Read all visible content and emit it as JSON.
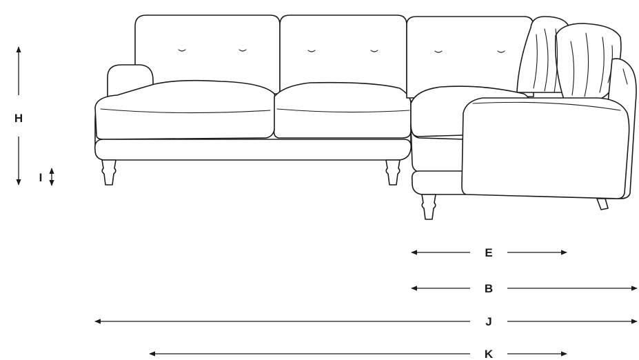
{
  "dimensions": {
    "H": "H",
    "I": "I",
    "E": "E",
    "B": "B",
    "J": "J",
    "K": "K"
  },
  "colors": {
    "line": "#1a1a1a",
    "background": "#ffffff"
  }
}
